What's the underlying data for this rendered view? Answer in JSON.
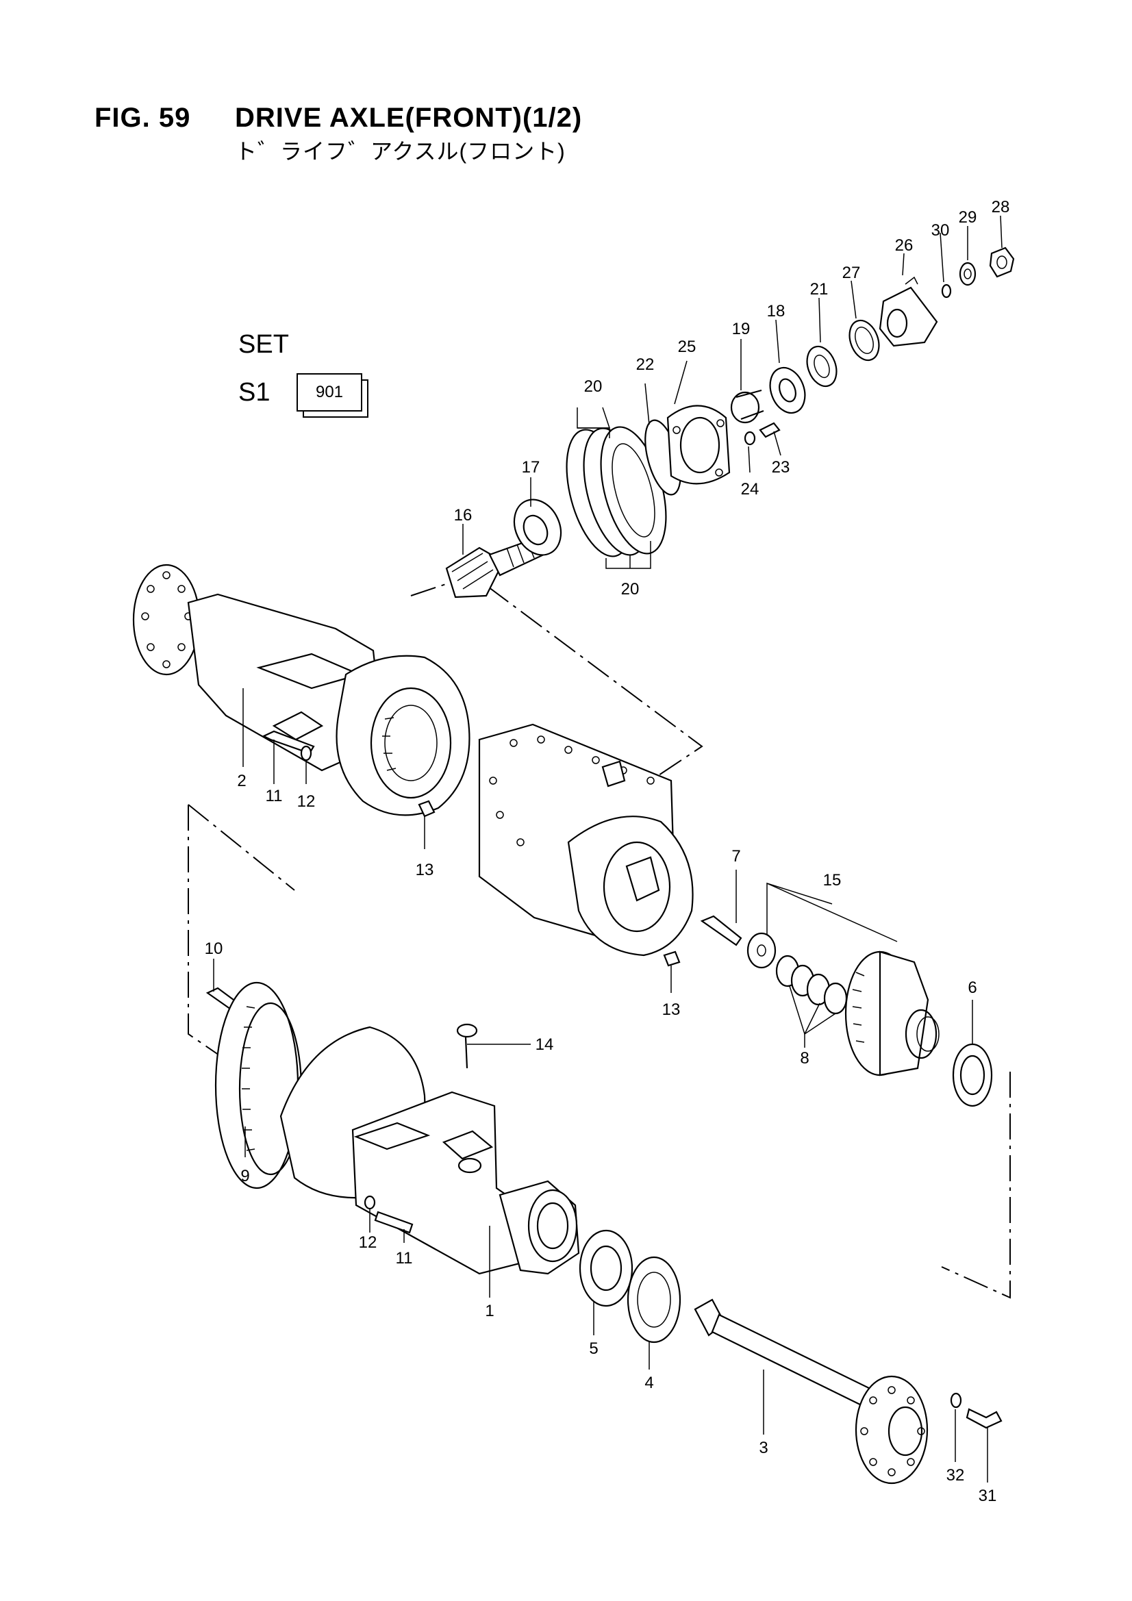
{
  "header": {
    "fig_number": "FIG. 59",
    "title": "DRIVE AXLE(FRONT)(1/2)",
    "subtitle": "ト゛ライフ゛アクスル(フロント)"
  },
  "set": {
    "label": "SET",
    "set_id": "S1",
    "set_code": "901"
  },
  "callouts": {
    "c1": "1",
    "c2": "2",
    "c3": "3",
    "c4": "4",
    "c5": "5",
    "c6": "6",
    "c7": "7",
    "c8": "8",
    "c9": "9",
    "c10": "10",
    "c11a": "11",
    "c11b": "11",
    "c12a": "12",
    "c12b": "12",
    "c13a": "13",
    "c13b": "13",
    "c14": "14",
    "c15": "15",
    "c16": "16",
    "c17": "17",
    "c18": "18",
    "c19": "19",
    "c20a": "20",
    "c20b": "20",
    "c21": "21",
    "c22": "22",
    "c23": "23",
    "c24": "24",
    "c25": "25",
    "c26": "26",
    "c27": "27",
    "c28": "28",
    "c29": "29",
    "c30": "30",
    "c31": "31",
    "c32": "32"
  }
}
